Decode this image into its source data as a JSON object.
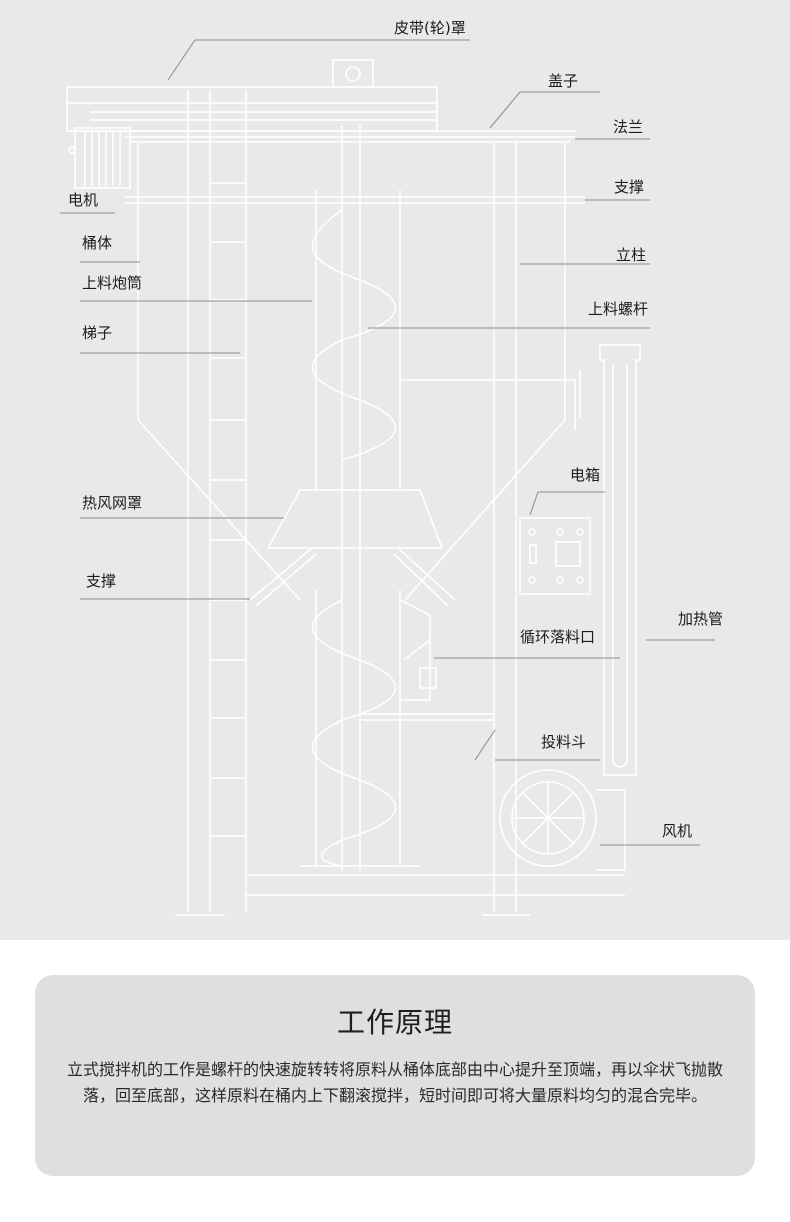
{
  "diagram": {
    "labels": {
      "belt_cover": "皮带(轮)罩",
      "lid": "盖子",
      "flange": "法兰",
      "motor": "电机",
      "support_top": "支撑",
      "barrel": "桶体",
      "column": "立柱",
      "feed_tube": "上料炮筒",
      "feed_screw": "上料螺杆",
      "ladder": "梯子",
      "electric_box": "电箱",
      "hot_air_cover": "热风网罩",
      "support_bottom": "支撑",
      "heating_tube": "加热管",
      "circulation_outlet": "循环落料口",
      "hopper": "投料斗",
      "fan": "风机"
    }
  },
  "principle": {
    "title": "工作原理",
    "body": "立式搅拌机的工作是螺杆的快速旋转转将原料从桶体底部由中心提升至顶端，再以伞状飞抛散落，回至底部，这样原料在桶内上下翻滚搅拌，短时间即可将大量原料均匀的混合完毕。"
  }
}
